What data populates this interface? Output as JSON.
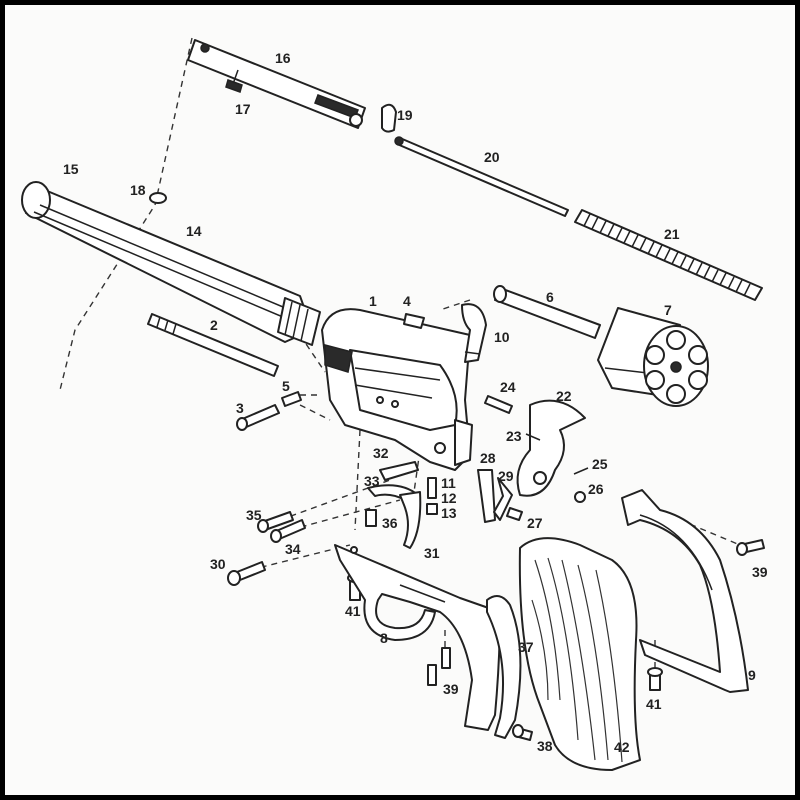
{
  "parts": [
    {
      "label": "1"
    },
    {
      "label": "2"
    },
    {
      "label": "3"
    },
    {
      "label": "4"
    },
    {
      "label": "5"
    },
    {
      "label": "6"
    },
    {
      "label": "7"
    },
    {
      "label": "8"
    },
    {
      "label": "9"
    },
    {
      "label": "10"
    },
    {
      "label": "11"
    },
    {
      "label": "12"
    },
    {
      "label": "13"
    },
    {
      "label": "14"
    },
    {
      "label": "15"
    },
    {
      "label": "16"
    },
    {
      "label": "17"
    },
    {
      "label": "18"
    },
    {
      "label": "19"
    },
    {
      "label": "20"
    },
    {
      "label": "21"
    },
    {
      "label": "22"
    },
    {
      "label": "23"
    },
    {
      "label": "24"
    },
    {
      "label": "25"
    },
    {
      "label": "26"
    },
    {
      "label": "27"
    },
    {
      "label": "28"
    },
    {
      "label": "29"
    },
    {
      "label": "30"
    },
    {
      "label": "31"
    },
    {
      "label": "32"
    },
    {
      "label": "33"
    },
    {
      "label": "34"
    },
    {
      "label": "35"
    },
    {
      "label": "36"
    },
    {
      "label": "37"
    },
    {
      "label": "38"
    },
    {
      "label": "39"
    },
    {
      "label": "39"
    },
    {
      "label": "41"
    },
    {
      "label": "41"
    },
    {
      "label": "42"
    }
  ]
}
